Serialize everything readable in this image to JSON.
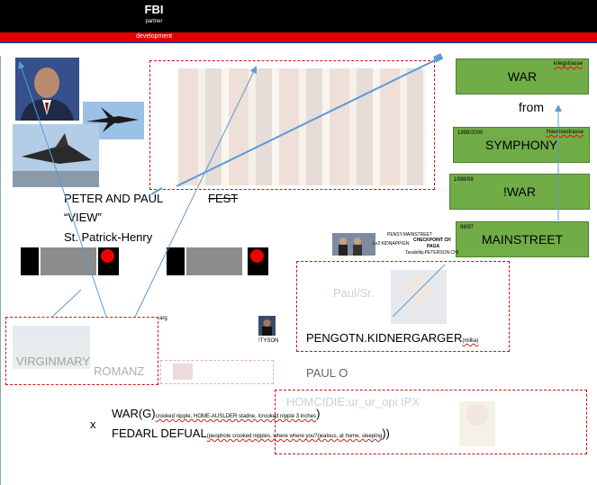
{
  "header": {
    "title": "FBI",
    "subtitle": "partner",
    "bar_label": "development"
  },
  "timeline": [
    {
      "label": "WAR",
      "tag": "kriegstrasse"
    },
    {
      "label": "from"
    },
    {
      "label": "SYMPHONY",
      "year": "1999/2000",
      "tag": "Havelsestrasse"
    },
    {
      "label": "!WAR",
      "year": "1998/99"
    },
    {
      "label": "MAINSTREET",
      "year": "98/97"
    }
  ],
  "left_text": {
    "peter_paul": "PETER AND PAUL",
    "fest": "FEST",
    "view": "“VIEW”",
    "st_patrick": "St. Patrick-Henry"
  },
  "small_labels": {
    "pensy": "PENSY.MAINSTREET",
    "kidnap": "Lv2:KIDNAPPIGN",
    "checkpoint": "CHECKPOINT CH",
    "paga": "PAGA",
    "taxability": "Taxability.PETERSON.CHI",
    "tyson": "!TYSON",
    "arg": "arg"
  },
  "middle": {
    "paul_sr": "Paul/Sr.",
    "pengotn": "PENGOTN.KIDNERGARGER",
    "pengotn_note": "(milka)",
    "virginmary": "VIRGINMARY",
    "romanz": "ROMANZ",
    "paul_o": "PAUL O"
  },
  "bottom": {
    "x": "x",
    "war_g": "WAR(G)",
    "war_g_note": "crooked nipple, HOME-AUSLDER stadne, !crooked nipple 3 inches",
    "war_g_close": ")",
    "fedarl": "FEDARL DEFUAL",
    "fedarl_note": "(peophole crooked nipples, where where you?(jealous, at home, sleeping",
    "fedarl_close": "))",
    "homicide": "HOMCIDIE:ur_ur_opi IPX"
  },
  "colors": {
    "green": "#70ad47",
    "red": "#e00000",
    "dash": "#d01010",
    "arrow": "#5b9bd5"
  }
}
